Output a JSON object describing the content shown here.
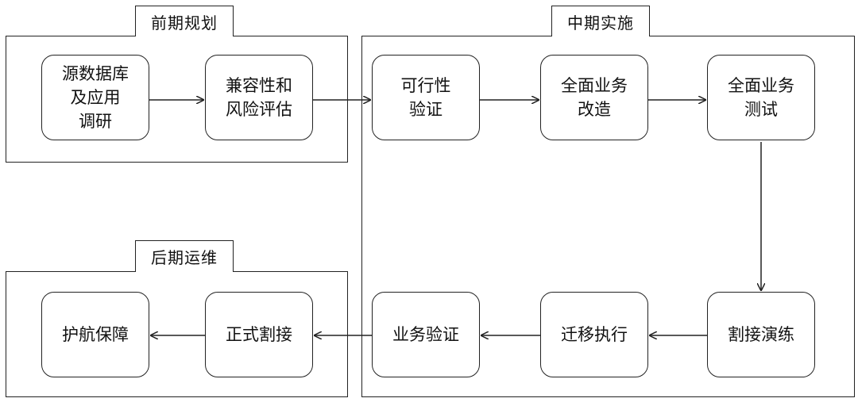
{
  "phases": {
    "plan": "前期规划",
    "implement": "中期实施",
    "operate": "后期运维"
  },
  "nodes": {
    "research": "源数据库\n及应用\n调研",
    "risk": "兼容性和\n风险评估",
    "feasibility": "可行性\n验证",
    "overhaul": "全面业务\n改造",
    "testing": "全面业务\n测试",
    "rehearsal": "割接演练",
    "migration": "迁移执行",
    "verification": "业务验证",
    "cutover": "正式割接",
    "support": "护航保障"
  }
}
